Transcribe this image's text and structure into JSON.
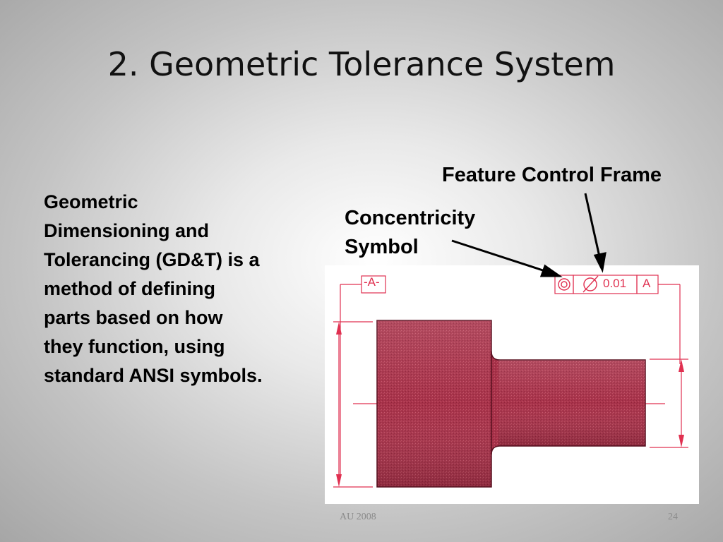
{
  "slide": {
    "title": "2. Geometric Tolerance System",
    "body_lines": [
      "Geometric",
      "Dimensioning and",
      "Tolerancing (GD&T) is a",
      "method of defining",
      "parts based on how",
      "they function, using",
      "standard ANSI symbols."
    ]
  },
  "callouts": {
    "feature_control_frame": "Feature Control Frame",
    "concentricity_lines": [
      "Concentricity",
      "Symbol"
    ]
  },
  "drawing": {
    "datum_label": "-A-",
    "tolerance_value": "0.01",
    "tolerance_datum": "A",
    "concentricity_icon": "concentricity-symbol",
    "diameter_icon": "diameter-symbol",
    "part_color": "#a8324a",
    "dimension_color": "#e03050"
  },
  "footer": {
    "left": "AU 2008",
    "page_number": "24"
  }
}
